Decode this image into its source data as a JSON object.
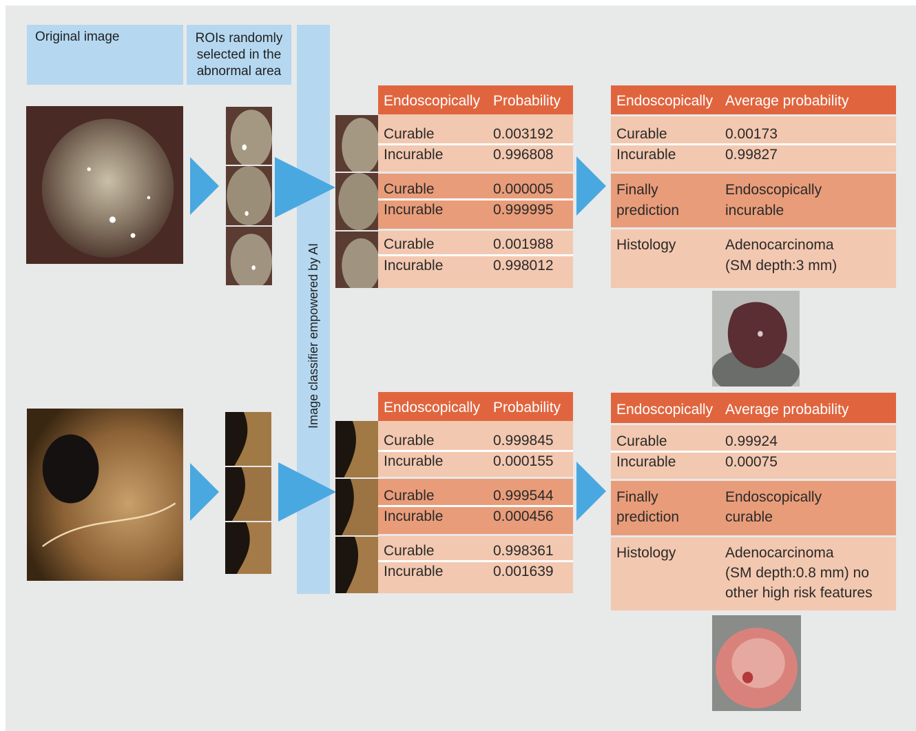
{
  "colors": {
    "background": "#e8e9e9",
    "header_fill": "#b5d8f0",
    "arrow_fill": "#4aa8e0",
    "table_header": "#e0653e",
    "table_light": "#f3c8b0",
    "table_dark": "#e99c79"
  },
  "headers": {
    "original_image": "Original image",
    "rois": [
      "ROIs randomly",
      "selected in the",
      "abnormal area"
    ],
    "classifier": "Image classifier empowered by AI"
  },
  "cases": [
    {
      "roi_table": {
        "col1": "Endoscopically",
        "col2": "Probability",
        "rows": [
          {
            "label": "Curable",
            "value": "0.003192"
          },
          {
            "label": "Incurable",
            "value": "0.996808"
          },
          {
            "label": "Curable",
            "value": "0.000005"
          },
          {
            "label": "Incurable",
            "value": "0.999995"
          },
          {
            "label": "Curable",
            "value": "0.001988"
          },
          {
            "label": "Incurable",
            "value": "0.998012"
          }
        ]
      },
      "summary_table": {
        "col1": "Endoscopically",
        "col2": "Average probability",
        "rows": [
          {
            "label": "Curable",
            "value": "0.00173"
          },
          {
            "label": "Incurable",
            "value": "0.99827"
          }
        ],
        "prediction": {
          "label": [
            "Finally",
            "prediction"
          ],
          "value": [
            "Endoscopically",
            "incurable"
          ]
        },
        "histology": {
          "label": "Histology",
          "value": [
            "Adenocarcinoma",
            "(SM depth:3 mm)"
          ]
        }
      }
    },
    {
      "roi_table": {
        "col1": "Endoscopically",
        "col2": "Probability",
        "rows": [
          {
            "label": "Curable",
            "value": "0.999845"
          },
          {
            "label": "Incurable",
            "value": "0.000155"
          },
          {
            "label": "Curable",
            "value": "0.999544"
          },
          {
            "label": "Incurable",
            "value": "0.000456"
          },
          {
            "label": "Curable",
            "value": "0.998361"
          },
          {
            "label": "Incurable",
            "value": "0.001639"
          }
        ]
      },
      "summary_table": {
        "col1": "Endoscopically",
        "col2": "Average probability",
        "rows": [
          {
            "label": "Curable",
            "value": "0.99924"
          },
          {
            "label": "Incurable",
            "value": "0.00075"
          }
        ],
        "prediction": {
          "label": [
            "Finally",
            "prediction"
          ],
          "value": [
            "Endoscopically",
            "curable"
          ]
        },
        "histology": {
          "label": "Histology",
          "value": [
            "Adenocarcinoma",
            "(SM depth:0.8 mm) no",
            "other high risk features"
          ]
        }
      }
    }
  ]
}
